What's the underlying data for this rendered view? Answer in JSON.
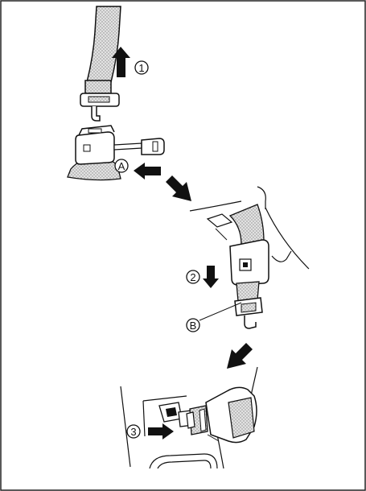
{
  "labels": {
    "step1": "1",
    "stepA": "A",
    "step2": "2",
    "stepB": "B",
    "step3": "3"
  },
  "icons": {
    "arrow": "arrow-icon",
    "diagonal_arrow": "diagonal-arrow-icon"
  },
  "colors": {
    "belt_fill": "#d7d7d7",
    "stroke": "#111111",
    "arrow_fill": "#111111",
    "frame": "#222222"
  }
}
